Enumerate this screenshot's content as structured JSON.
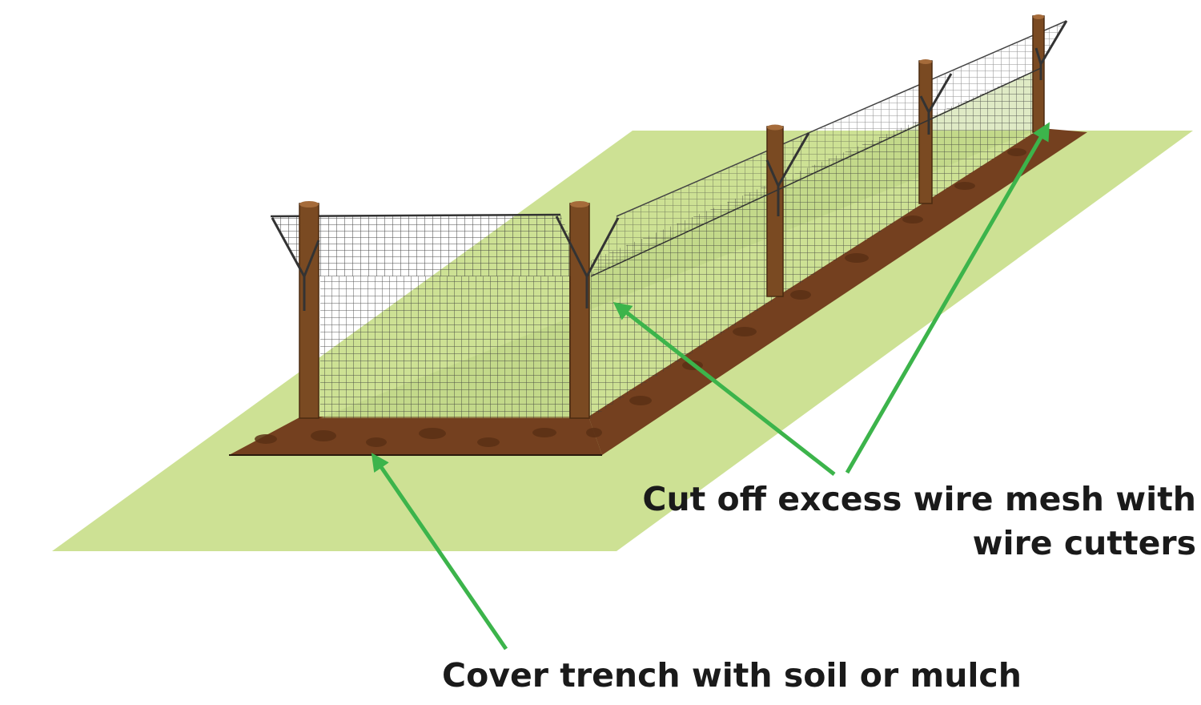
{
  "annotations": {
    "cut_excess": {
      "line1": "Cut off excess wire mesh with",
      "line2": "wire cutters"
    },
    "cover_trench": "Cover trench with soil or mulch"
  },
  "colors": {
    "ground": "#cde194",
    "soil": "#74401f",
    "soil_dark": "#5b3015",
    "post": "#7a4a22",
    "mesh": "#3c3c3c",
    "arrow": "#3cb44b",
    "text": "#1a1a1a"
  },
  "illustration": {
    "elements": [
      "grass-ground",
      "soil-trench",
      "wooden-post",
      "wire-mesh-fence",
      "y-outrigger-bracket",
      "callout-arrow"
    ]
  }
}
